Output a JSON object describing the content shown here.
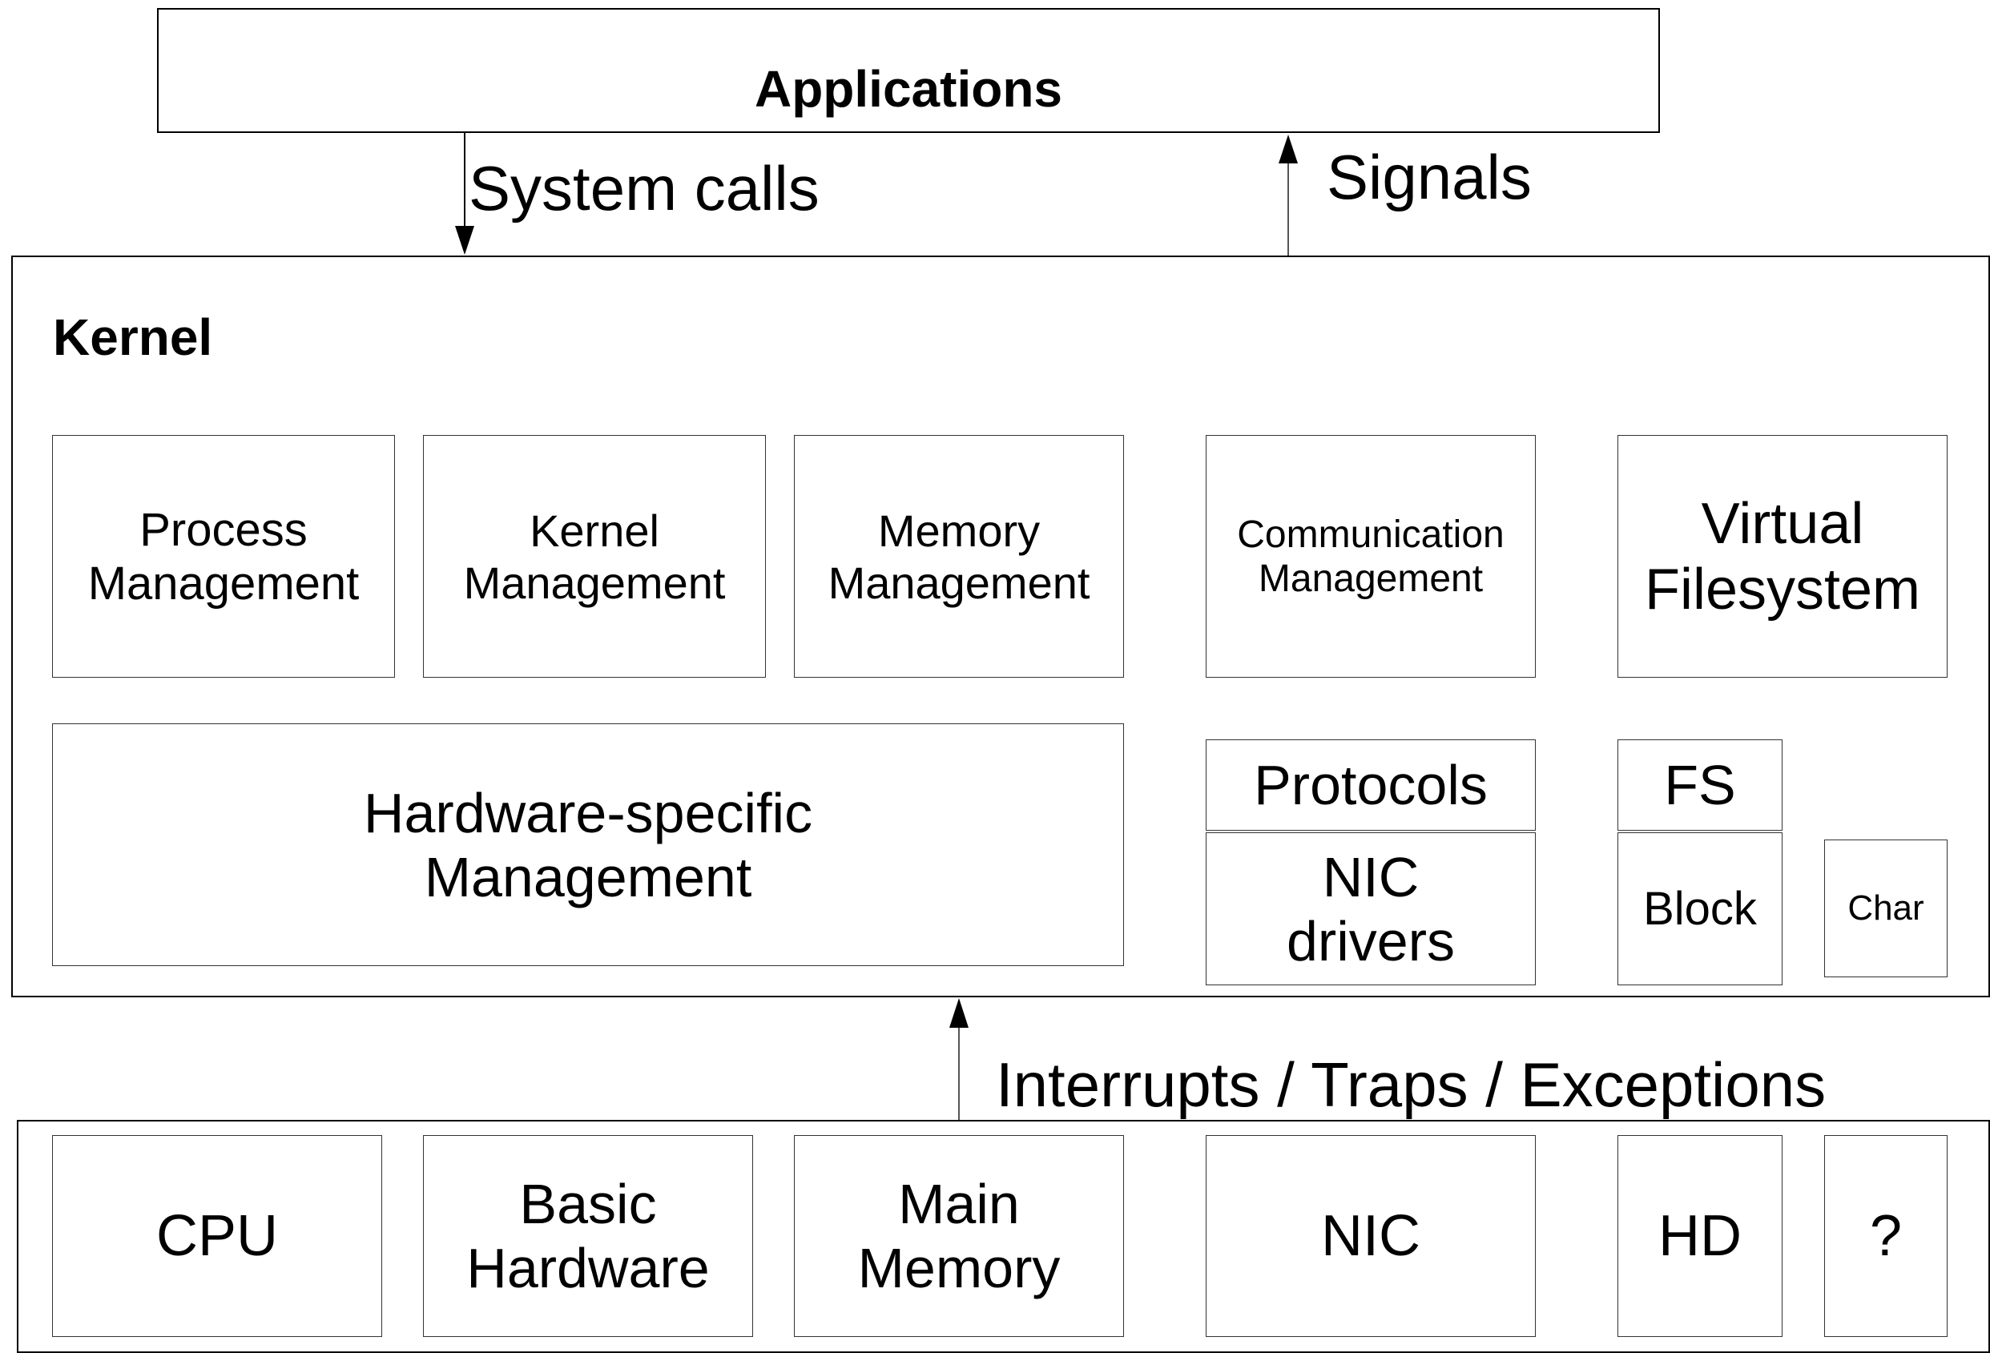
{
  "applications": {
    "title": "Applications"
  },
  "edges": {
    "system_calls": "System calls",
    "signals": "Signals",
    "interrupts": "Interrupts / Traps / Exceptions"
  },
  "kernel": {
    "title": "Kernel",
    "process_management": [
      "Process",
      "Management"
    ],
    "kernel_management": [
      "Kernel",
      "Management"
    ],
    "memory_management": [
      "Memory",
      "Management"
    ],
    "communication_management": [
      "Communication",
      "Management"
    ],
    "virtual_filesystem": [
      "Virtual",
      "Filesystem"
    ],
    "hardware_specific": [
      "Hardware-specific",
      "Management"
    ],
    "protocols": "Protocols",
    "nic_drivers": [
      "NIC",
      "drivers"
    ],
    "fs": "FS",
    "block": "Block",
    "char": "Char"
  },
  "hardware": {
    "cpu": "CPU",
    "basic_hardware": [
      "Basic",
      "Hardware"
    ],
    "main_memory": [
      "Main",
      "Memory"
    ],
    "nic": "NIC",
    "hd": "HD",
    "unknown": "?"
  }
}
